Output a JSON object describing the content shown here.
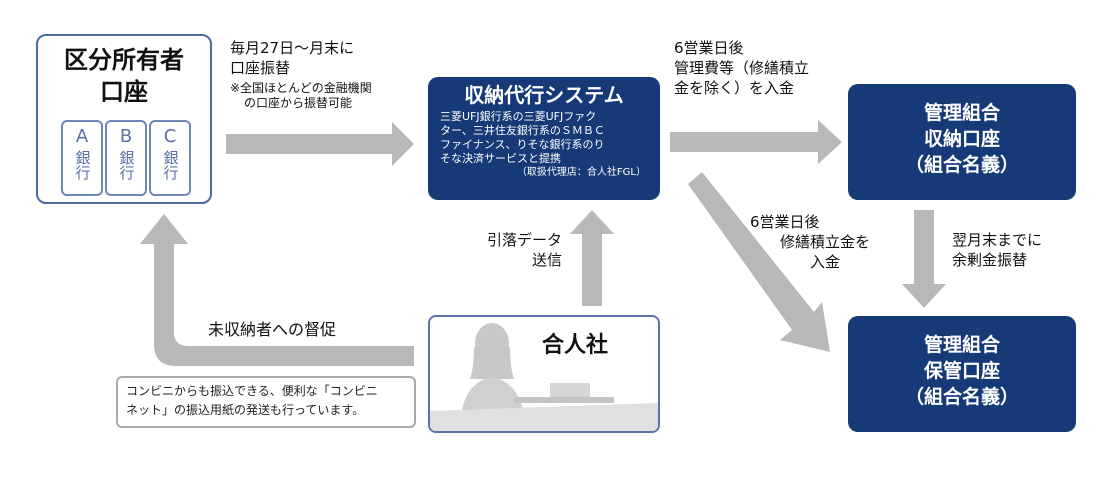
{
  "owner": {
    "title_line1": "区分所有者",
    "title_line2": "口座",
    "banks": [
      {
        "letter": "A",
        "label": "銀行"
      },
      {
        "letter": "B",
        "label": "銀行"
      },
      {
        "letter": "C",
        "label": "銀行"
      }
    ]
  },
  "transfer_label": {
    "line1": "毎月27日～月末に",
    "line2": "口座振替",
    "note_line1": "※全国ほとんどの金融機関",
    "note_line2": "の口座から振替可能"
  },
  "system": {
    "title": "収納代行システム",
    "body_line1": "三菱UFJ銀行系の三菱UFJファク",
    "body_line2": "ター、三井住友銀行系のＳＭＢＣ",
    "body_line3": "ファイナンス、りそな銀行系のり",
    "body_line4": "そな決済サービスと提携",
    "agent": "（取扱代理店：合人社FGL）"
  },
  "management_fee_label": {
    "line1": "6営業日後",
    "line2": "管理費等（修繕積立",
    "line3": "金を除く）を入金"
  },
  "collection_account": {
    "line1": "管理組合",
    "line2": "収納口座",
    "line3": "（組合名義）"
  },
  "sweep_label": {
    "line1": "翌月末までに",
    "line2": "余剰金振替"
  },
  "reserve_label": {
    "line1": "6営業日後",
    "line2": "修繕積立金を",
    "line3": "入金"
  },
  "custody_account": {
    "line1": "管理組合",
    "line2": "保管口座",
    "line3": "（組合名義）"
  },
  "debit_data_label": {
    "line1": "引落データ",
    "line2": "送信"
  },
  "company": {
    "name": "合人社"
  },
  "reminder_label": "未収納者への督促",
  "convenience_note": {
    "line1": "コンビニからも振込できる、便利な「コンビニ",
    "line2": "ネット」の振込用紙の発送も行っています。"
  },
  "colors": {
    "navy": "#163a78",
    "arrow_gray": "#b8b8b8",
    "border_blue": "#4b6aa8"
  }
}
